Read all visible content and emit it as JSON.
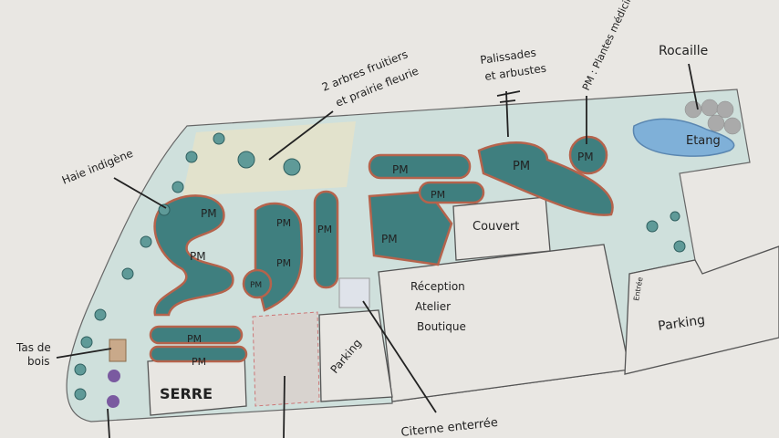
{
  "title": "Plan du jardin",
  "labels": {
    "arbres_1": "2 arbres fruitiers",
    "arbres_2": "et prairie fleurie",
    "haie": "Haie indigène",
    "palissades_1": "Palissades",
    "palissades_2": "et arbustes",
    "pm_legend": "PM : Plantes médicinales",
    "rocaille": "Rocaille",
    "etang": "Etang",
    "couvert": "Couvert",
    "reception": "Réception",
    "atelier": "Atelier",
    "boutique": "Boutique",
    "entree": "Entrée",
    "parking_left": "Parking",
    "parking_right": "Parking",
    "tas_1": "Tas de",
    "tas_2": "bois",
    "serre": "SERRE",
    "citerne": "Citerne enterrée",
    "pm": "PM"
  },
  "colors": {
    "bed": "#3f7f7f",
    "bed_border": "#b5634c",
    "zone": "#cfe0dc",
    "pond": "#7fb0d8"
  }
}
